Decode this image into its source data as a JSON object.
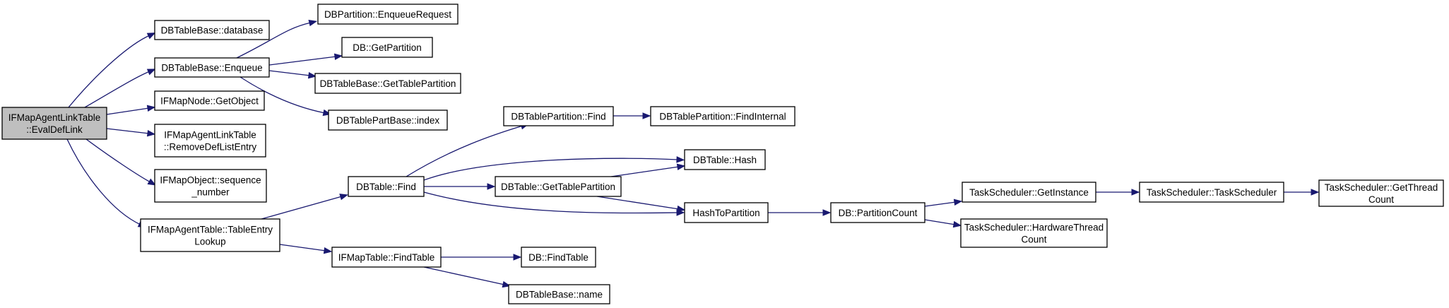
{
  "graph": {
    "colors": {
      "edge": "#191970",
      "node_border": "#000000",
      "node_fill": "#ffffff",
      "root_fill": "#bfbfbf"
    },
    "nodes": [
      {
        "id": "root",
        "lines": [
          "IFMapAgentLinkTable",
          "::EvalDefLink"
        ]
      },
      {
        "id": "tb_database",
        "lines": [
          "DBTableBase::database"
        ]
      },
      {
        "id": "tb_enqueue",
        "lines": [
          "DBTableBase::Enqueue"
        ]
      },
      {
        "id": "node_getobject",
        "lines": [
          "IFMapNode::GetObject"
        ]
      },
      {
        "id": "removedef",
        "lines": [
          "IFMapAgentLinkTable",
          "::RemoveDefListEntry"
        ]
      },
      {
        "id": "seqnum",
        "lines": [
          "IFMapObject::sequence",
          "_number"
        ]
      },
      {
        "id": "tableentry",
        "lines": [
          "IFMapAgentTable::TableEntry",
          "Lookup"
        ]
      },
      {
        "id": "enqreq",
        "lines": [
          "DBPartition::EnqueueRequest"
        ]
      },
      {
        "id": "db_getpart",
        "lines": [
          "DB::GetPartition"
        ]
      },
      {
        "id": "tb_gettablepart",
        "lines": [
          "DBTableBase::GetTablePartition"
        ]
      },
      {
        "id": "tpb_index",
        "lines": [
          "DBTablePartBase::index"
        ]
      },
      {
        "id": "dbtable_find",
        "lines": [
          "DBTable::Find"
        ]
      },
      {
        "id": "ifmap_findtable",
        "lines": [
          "IFMapTable::FindTable"
        ]
      },
      {
        "id": "dtp_find",
        "lines": [
          "DBTablePartition::Find"
        ]
      },
      {
        "id": "dt_gettablepart",
        "lines": [
          "DBTable::GetTablePartition"
        ]
      },
      {
        "id": "db_findtable",
        "lines": [
          "DB::FindTable"
        ]
      },
      {
        "id": "tb_name",
        "lines": [
          "DBTableBase::name"
        ]
      },
      {
        "id": "dtp_findinternal",
        "lines": [
          "DBTablePartition::FindInternal"
        ]
      },
      {
        "id": "dt_hash",
        "lines": [
          "DBTable::Hash"
        ]
      },
      {
        "id": "hashtopart",
        "lines": [
          "HashToPartition"
        ]
      },
      {
        "id": "db_partcount",
        "lines": [
          "DB::PartitionCount"
        ]
      },
      {
        "id": "ts_getinstance",
        "lines": [
          "TaskScheduler::GetInstance"
        ]
      },
      {
        "id": "ts_hwthread",
        "lines": [
          "TaskScheduler::HardwareThread",
          "Count"
        ]
      },
      {
        "id": "ts_ctor",
        "lines": [
          "TaskScheduler::TaskScheduler"
        ]
      },
      {
        "id": "ts_getthread",
        "lines": [
          "TaskScheduler::GetThread",
          "Count"
        ]
      }
    ],
    "edges": [
      [
        "root",
        "tb_database"
      ],
      [
        "root",
        "tb_enqueue"
      ],
      [
        "root",
        "node_getobject"
      ],
      [
        "root",
        "removedef"
      ],
      [
        "root",
        "seqnum"
      ],
      [
        "root",
        "tableentry"
      ],
      [
        "tb_enqueue",
        "enqreq"
      ],
      [
        "tb_enqueue",
        "db_getpart"
      ],
      [
        "tb_enqueue",
        "tb_gettablepart"
      ],
      [
        "tb_enqueue",
        "tpb_index"
      ],
      [
        "tableentry",
        "dbtable_find"
      ],
      [
        "tableentry",
        "ifmap_findtable"
      ],
      [
        "dbtable_find",
        "dtp_find"
      ],
      [
        "dbtable_find",
        "dt_hash"
      ],
      [
        "dbtable_find",
        "dt_gettablepart"
      ],
      [
        "dbtable_find",
        "hashtopart"
      ],
      [
        "dtp_find",
        "dtp_findinternal"
      ],
      [
        "dt_gettablepart",
        "dt_hash"
      ],
      [
        "dt_gettablepart",
        "hashtopart"
      ],
      [
        "ifmap_findtable",
        "db_findtable"
      ],
      [
        "ifmap_findtable",
        "tb_name"
      ],
      [
        "hashtopart",
        "db_partcount"
      ],
      [
        "db_partcount",
        "ts_getinstance"
      ],
      [
        "db_partcount",
        "ts_hwthread"
      ],
      [
        "ts_getinstance",
        "ts_ctor"
      ],
      [
        "ts_ctor",
        "ts_getthread"
      ]
    ]
  }
}
